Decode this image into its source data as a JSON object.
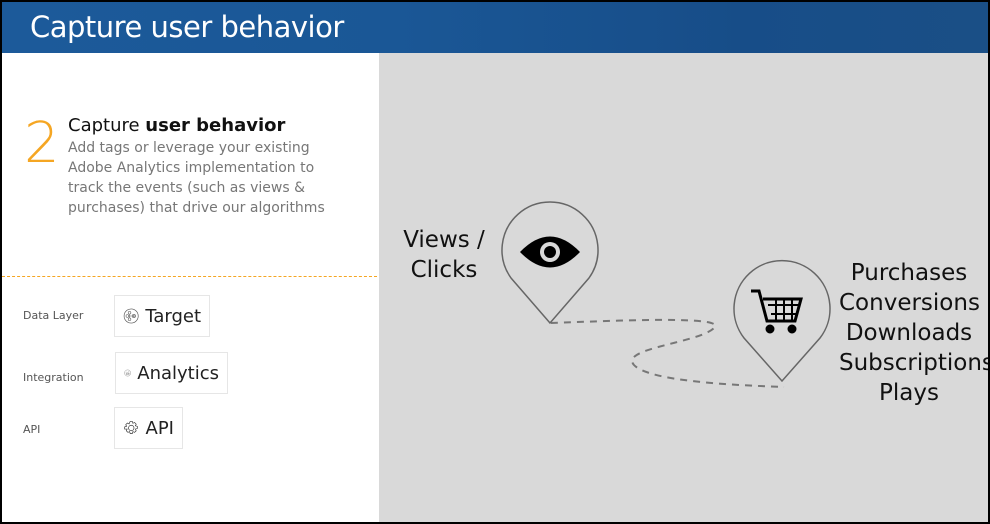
{
  "header": {
    "title": "Capture user behavior"
  },
  "step": {
    "number": "2",
    "title_plain": "Capture ",
    "title_bold": "user behavior",
    "description": "Add tags or leverage your existing Adobe Analytics implementation to track the events (such as views & purchases) that drive our algorithms"
  },
  "integrations": [
    {
      "label": "Data Layer",
      "product": "Target",
      "icon": "target-icon"
    },
    {
      "label": "Integration",
      "product": "Analytics",
      "icon": "analytics-icon"
    },
    {
      "label": "API",
      "product": "API",
      "icon": "gear-icon"
    }
  ],
  "diagram": {
    "views_label": "Views /\nClicks",
    "outcomes": [
      "Purchases",
      "Conversions",
      "Downloads",
      "Subscriptions",
      "Plays"
    ]
  },
  "colors": {
    "accent": "#f5a623",
    "header": "#1a5796",
    "panel": "#d9d9d9"
  }
}
